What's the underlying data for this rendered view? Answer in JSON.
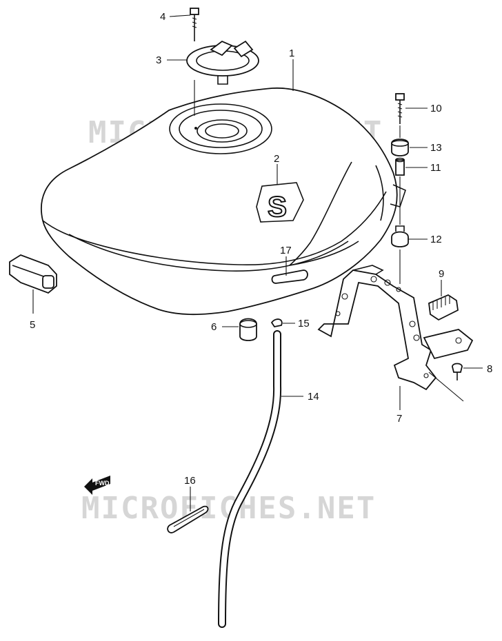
{
  "watermarks": [
    "MICROFICHES.NET",
    "MICROFICHES.NET"
  ],
  "fwd_label": "FWD",
  "callouts": [
    "1",
    "2",
    "3",
    "4",
    "5",
    "6",
    "7",
    "8",
    "9",
    "10",
    "11",
    "12",
    "13",
    "14",
    "15",
    "16",
    "17"
  ],
  "tank_badge": "S"
}
